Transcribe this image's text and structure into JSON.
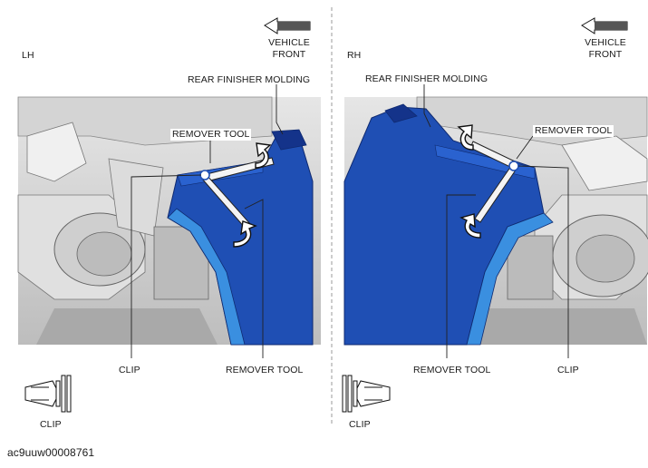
{
  "figure": {
    "code": "ac9uuw00008761",
    "colors": {
      "molding_blue": "#1f4fb4",
      "molding_dark": "#14338a",
      "molding_light": "#3a8fe0",
      "body_gray": "#c9c9c9",
      "line_black": "#222222"
    }
  },
  "panels": [
    {
      "side": "LH",
      "direction": {
        "line1": "VEHICLE",
        "line2": "FRONT",
        "arrow_icon": "arrow-left-icon"
      },
      "labels": {
        "rear_finisher_molding": "REAR FINISHER MOLDING",
        "remover_tool_top": "REMOVER TOOL",
        "clip_bottom": "CLIP",
        "remover_tool_bottom": "REMOVER TOOL"
      },
      "clip_icon": {
        "label": "CLIP",
        "icon": "clip-fastener-icon"
      }
    },
    {
      "side": "RH",
      "direction": {
        "line1": "VEHICLE",
        "line2": "FRONT",
        "arrow_icon": "arrow-left-icon"
      },
      "labels": {
        "rear_finisher_molding": "REAR FINISHER MOLDING",
        "remover_tool_top": "REMOVER TOOL",
        "remover_tool_bottom": "REMOVER TOOL",
        "clip_bottom": "CLIP"
      },
      "clip_icon": {
        "label": "CLIP",
        "icon": "clip-fastener-icon"
      }
    }
  ]
}
